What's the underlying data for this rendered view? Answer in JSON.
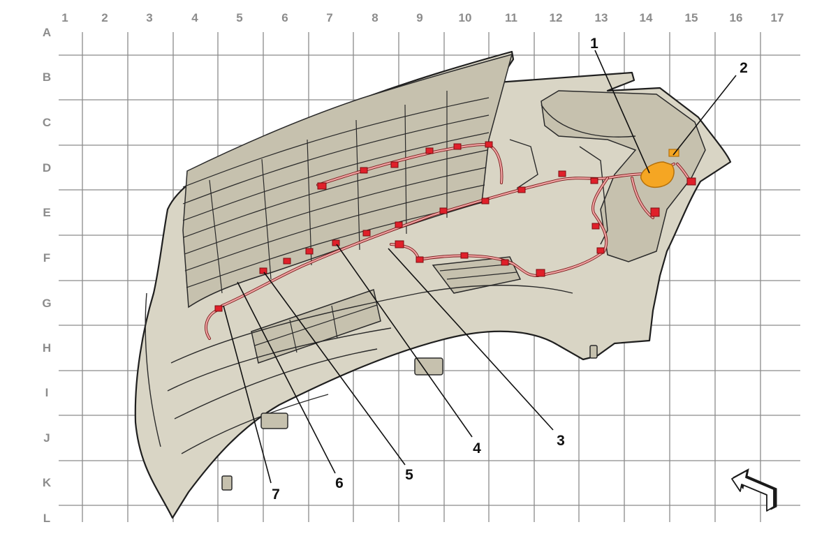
{
  "grid": {
    "columns": [
      "1",
      "2",
      "3",
      "4",
      "5",
      "6",
      "7",
      "8",
      "9",
      "10",
      "11",
      "12",
      "13",
      "14",
      "15",
      "16",
      "17"
    ],
    "rows": [
      "A",
      "B",
      "C",
      "D",
      "E",
      "F",
      "G",
      "H",
      "I",
      "J",
      "K",
      "L"
    ]
  },
  "callouts": [
    {
      "id": "c1",
      "label": "1"
    },
    {
      "id": "c2",
      "label": "2"
    },
    {
      "id": "c3",
      "label": "3"
    },
    {
      "id": "c4",
      "label": "4"
    },
    {
      "id": "c5",
      "label": "5"
    },
    {
      "id": "c6",
      "label": "6"
    },
    {
      "id": "c7",
      "label": "7"
    }
  ],
  "colors": {
    "grid": "#8a8a8a",
    "labels": "#8c8c8c",
    "part_fill": "#d9d5c5",
    "harness": "#e0202a",
    "module_highlight": "#f5a623"
  },
  "icons": {
    "orientation": "direction-arrow-icon"
  }
}
